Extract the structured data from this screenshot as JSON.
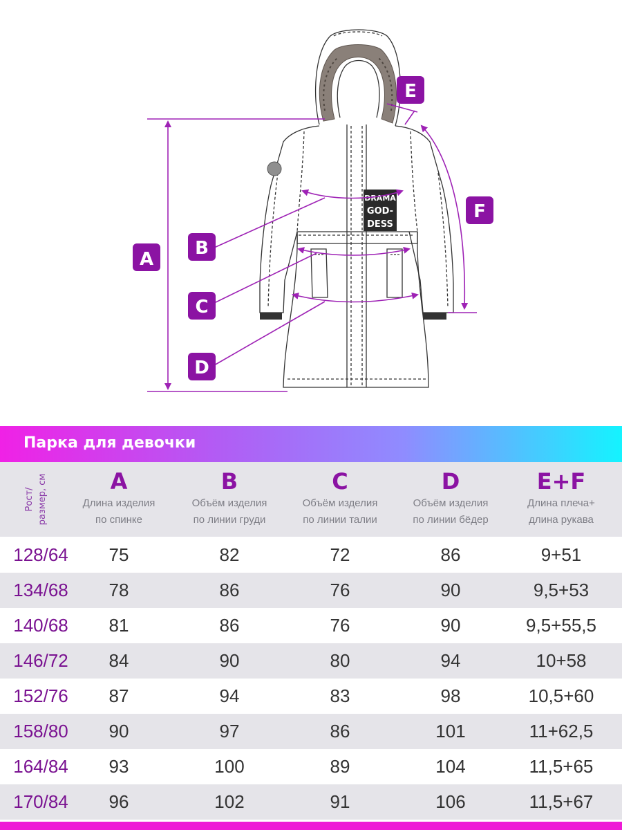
{
  "diagram": {
    "labels": {
      "a": "A",
      "b": "B",
      "c": "C",
      "d": "D",
      "e": "E",
      "f": "F"
    },
    "patch_lines": [
      "DRAMA",
      "GOD-",
      "DESS"
    ],
    "colors": {
      "accent": "#8b13a3",
      "line": "#9e22b5"
    }
  },
  "title": "Парка для девочки",
  "header": {
    "rost_line1": "Рост/",
    "rost_line2": "размер, см",
    "columns": [
      {
        "letter": "A",
        "desc1": "Длина изделия",
        "desc2": "по спинке"
      },
      {
        "letter": "B",
        "desc1": "Объём изделия",
        "desc2": "по линии груди"
      },
      {
        "letter": "C",
        "desc1": "Объём изделия",
        "desc2": "по линии талии"
      },
      {
        "letter": "D",
        "desc1": "Объём изделия",
        "desc2": "по линии бёдер"
      },
      {
        "letter": "E+F",
        "desc1": "Длина плеча+",
        "desc2": "длина рукава"
      }
    ]
  },
  "rows": [
    {
      "size": "128/64",
      "values": [
        "75",
        "82",
        "72",
        "86",
        "9+51"
      ]
    },
    {
      "size": "134/68",
      "values": [
        "78",
        "86",
        "76",
        "90",
        "9,5+53"
      ]
    },
    {
      "size": "140/68",
      "values": [
        "81",
        "86",
        "76",
        "90",
        "9,5+55,5"
      ]
    },
    {
      "size": "146/72",
      "values": [
        "84",
        "90",
        "80",
        "94",
        "10+58"
      ]
    },
    {
      "size": "152/76",
      "values": [
        "87",
        "94",
        "83",
        "98",
        "10,5+60"
      ]
    },
    {
      "size": "158/80",
      "values": [
        "90",
        "97",
        "86",
        "101",
        "11+62,5"
      ]
    },
    {
      "size": "164/84",
      "values": [
        "93",
        "100",
        "89",
        "104",
        "11,5+65"
      ]
    },
    {
      "size": "170/84",
      "values": [
        "96",
        "102",
        "91",
        "106",
        "11,5+67"
      ]
    }
  ]
}
